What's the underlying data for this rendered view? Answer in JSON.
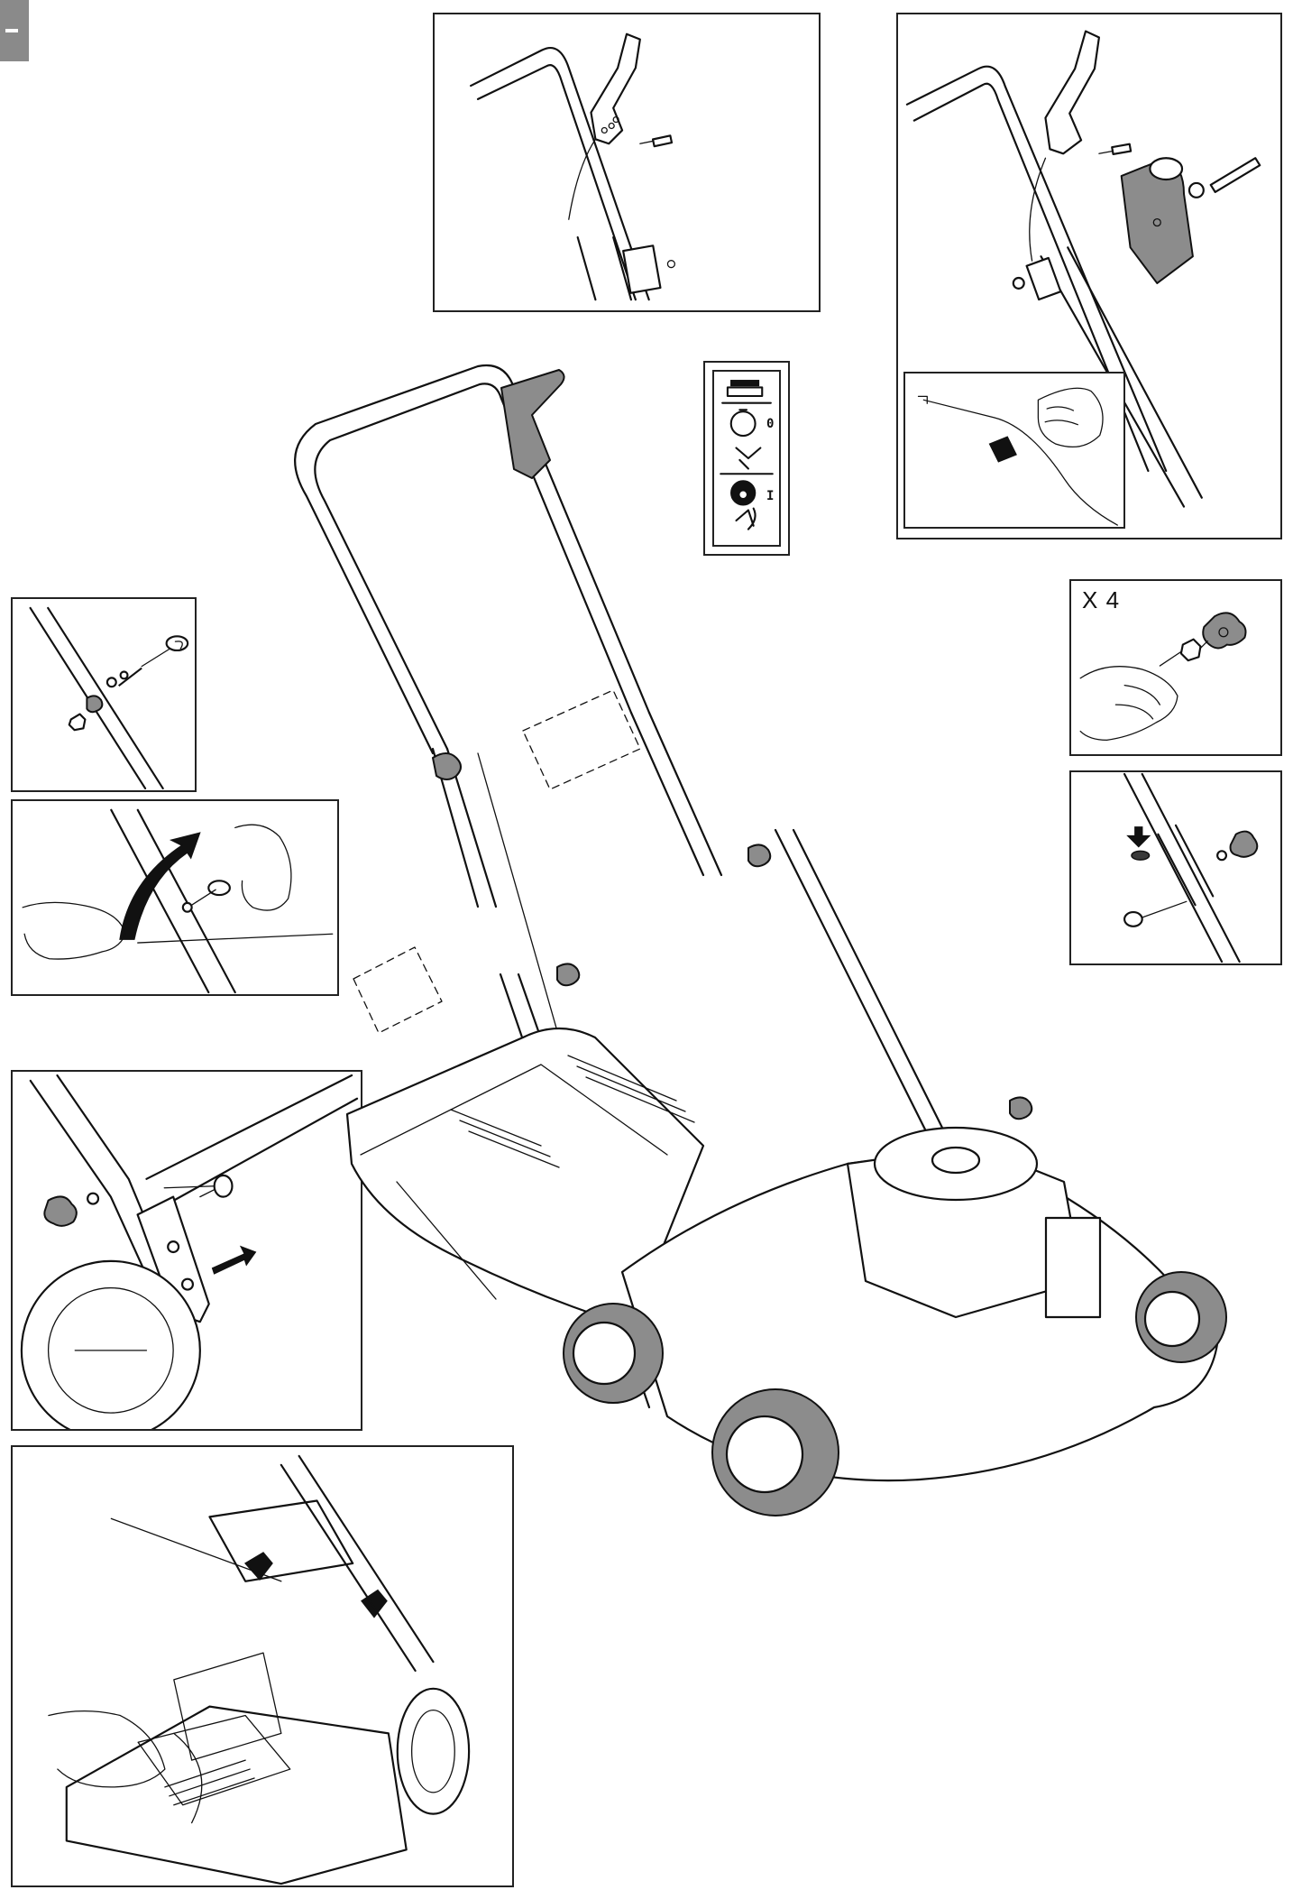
{
  "page": {
    "corner_tab_letter": "",
    "panels": [
      {
        "id": "cable-clip-top",
        "icon": "cable-clip-icon"
      },
      {
        "id": "brake-lever-assembly",
        "icon": "brake-lever-icon"
      },
      {
        "id": "cable-routing-detail",
        "icon": "cable-hand-icon"
      },
      {
        "id": "knob-nut-x4",
        "icon": "knob-nut-icon",
        "multiplier": "X 4"
      },
      {
        "id": "handle-bolt-lower",
        "icon": "handle-bolt-icon"
      },
      {
        "id": "eye-bolt-side",
        "icon": "eye-bolt-icon"
      },
      {
        "id": "starter-rope-guide",
        "icon": "rope-guide-icon"
      },
      {
        "id": "handle-bracket-wheel",
        "icon": "handle-bracket-icon"
      },
      {
        "id": "grass-bag-attach",
        "icon": "grass-bag-icon"
      }
    ],
    "legend": {
      "stop_label": "0",
      "run_label": "I"
    },
    "main_illustration": {
      "icon": "lawn-mower-icon"
    }
  }
}
